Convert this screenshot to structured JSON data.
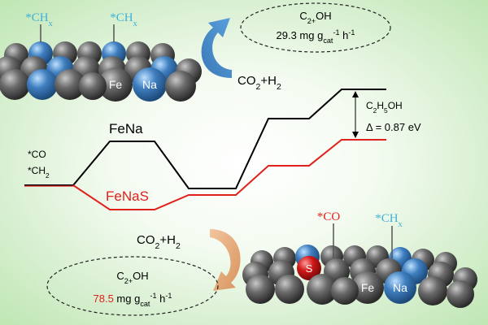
{
  "top_cluster": {
    "adsorbates": [
      "*CH",
      "*CH"
    ],
    "adsorbate_subscript": "x",
    "atom_labels": [
      "Fe",
      "Na"
    ],
    "product_box": {
      "product": "C",
      "product_sub": "2+",
      "product_tail": "OH",
      "rate_value": "29.3",
      "rate_unit_main": "mg g",
      "rate_unit_sub": "cat",
      "rate_unit_sup1": "-1",
      "rate_unit_h": " h",
      "rate_unit_sup2": "-1"
    },
    "reactants": {
      "a": "CO",
      "a_sub": "2",
      "plus": "+H",
      "b_sub": "2"
    }
  },
  "energy_profile": {
    "series": [
      {
        "name": "FeNa",
        "color": "#000000"
      },
      {
        "name": "FeNaS",
        "color": "#e0201b"
      }
    ],
    "start_labels": [
      "*CO",
      "*CH",
      "2"
    ],
    "end_product": {
      "main": "C",
      "sub1": "2",
      "mid": "H",
      "sub2": "5",
      "tail": "OH"
    },
    "delta_label": "Δ = 0.87 eV"
  },
  "bottom_cluster": {
    "adsorbates": [
      "*CO",
      "*CH"
    ],
    "adsorbate_subscript": "x",
    "atom_labels": [
      "S",
      "Fe",
      "Na"
    ],
    "reactants": {
      "a": "CO",
      "a_sub": "2",
      "plus": "+H",
      "b_sub": "2"
    },
    "product_box": {
      "product": "C",
      "product_sub": "2+",
      "product_tail": "OH",
      "rate_value": "78.5",
      "rate_unit_main": " mg g",
      "rate_unit_sub": "cat",
      "rate_unit_sup1": "-1",
      "rate_unit_h": " h",
      "rate_unit_sup2": "-1"
    }
  },
  "colors": {
    "fe_sphere": "#4a4a4a",
    "na_sphere": "#3f7fc0",
    "s_sphere": "#d01818",
    "adsorbate_cyan": "#3fb2d8",
    "co_red": "#e0201b",
    "rate_highlight": "#e0201b",
    "top_arrow": "#3a78b8",
    "bottom_arrow": "#e0a070"
  }
}
